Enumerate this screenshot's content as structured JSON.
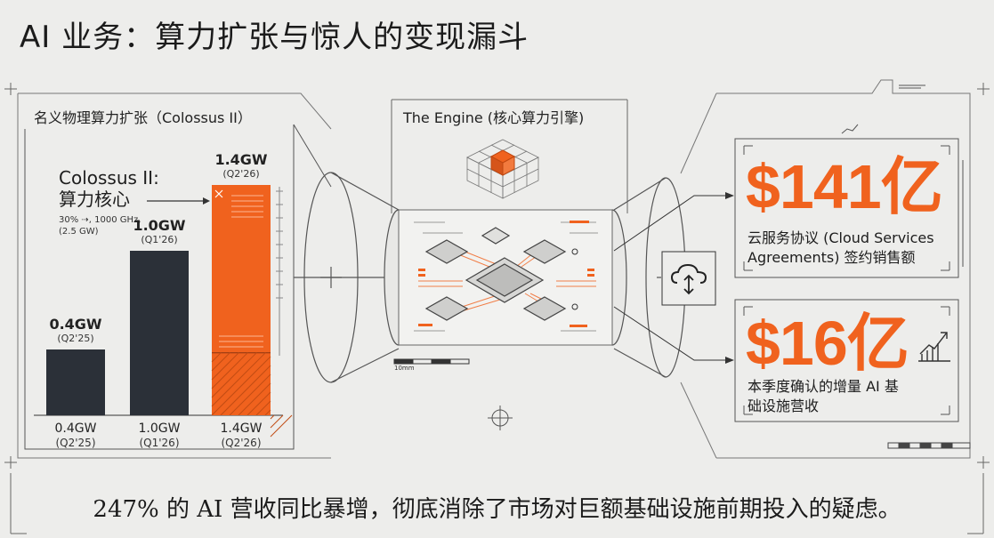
{
  "title": "AI 业务：算力扩张与惊人的变现漏斗",
  "left_panel": {
    "label": "名义物理算力扩张（Colossus II）",
    "callout_title_line1": "Colossus II:",
    "callout_title_line2": "算力核心",
    "callout_sub_line1": "30% ⇢, 1000 GHz,",
    "callout_sub_line2": "(2.5 GW)"
  },
  "chart_data": {
    "type": "bar",
    "categories": [
      "Q2'25",
      "Q1'26",
      "Q2'26"
    ],
    "values": [
      0.4,
      1.0,
      1.4
    ],
    "unit": "GW",
    "top_labels": [
      "0.4GW",
      "1.0GW",
      "1.4GW"
    ],
    "top_quarters": [
      "(Q2'25)",
      "(Q1'26)",
      "(Q2'26)"
    ],
    "bottom_labels": [
      "0.4GW",
      "1.0GW",
      "1.4GW"
    ],
    "bottom_quarters": [
      "(Q2'25)",
      "(Q1'26)",
      "(Q2'26)"
    ],
    "ylim": [
      0,
      1.5
    ],
    "colors": [
      "#2b3038",
      "#2b3038",
      "#f0621e"
    ]
  },
  "engine_panel": {
    "label": "The Engine (核心算力引擎)",
    "scale_text": "10mm"
  },
  "stats": [
    {
      "value": "$141亿",
      "desc_line1": "云服务协议 (Cloud Services",
      "desc_line2": "Agreements) 签约销售额"
    },
    {
      "value": "$16亿",
      "desc_line1": "本季度确认的增量 AI 基",
      "desc_line2": "础设施营收"
    }
  ],
  "icons": {
    "cloud": "cloud-transfer-icon",
    "growth": "growth-chart-icon",
    "cube": "cube-grid-icon"
  },
  "colors": {
    "accent": "#f0621e",
    "dark": "#2b3038",
    "background": "#ededeb"
  },
  "footer": "247% 的 AI 营收同比暴增，彻底消除了市场对巨额基础设施前期投入的疑虑。"
}
